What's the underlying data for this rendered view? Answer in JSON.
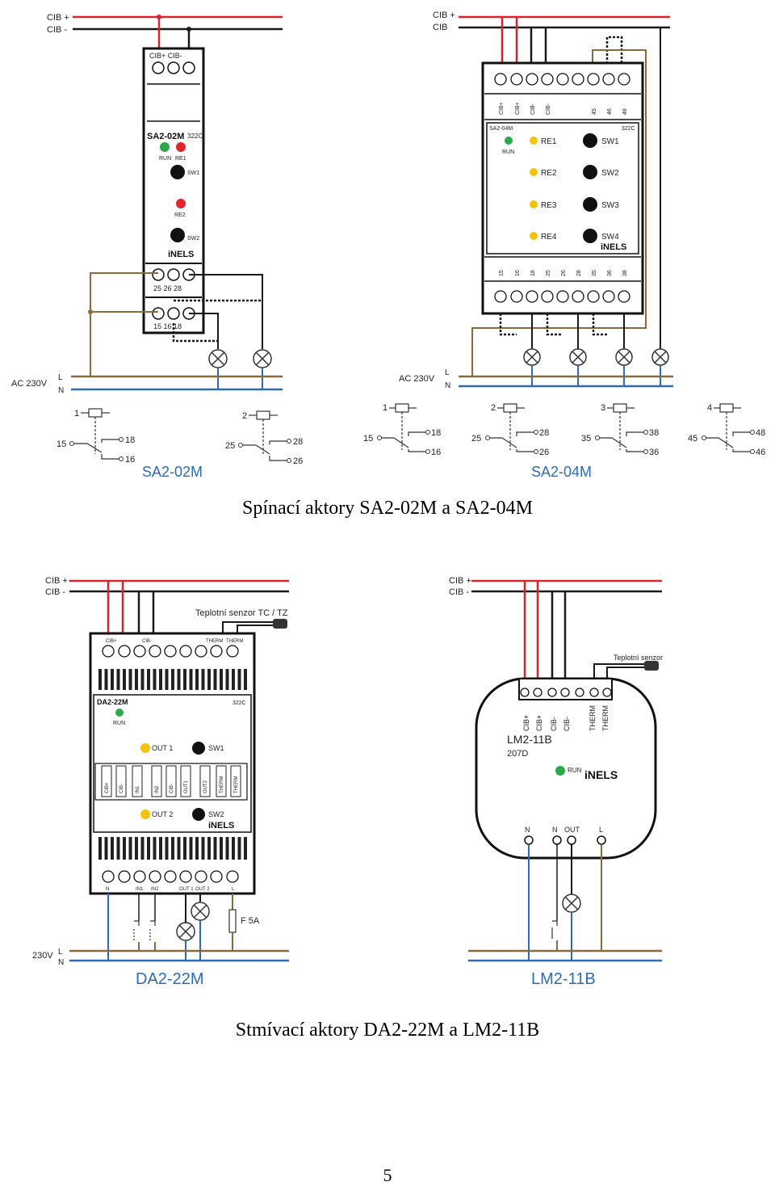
{
  "captions": {
    "switching": "Spínací aktory SA2-02M a SA2-04M",
    "dimming": "Stmívací aktory DA2-22M a LM2-11B"
  },
  "page_number": "5",
  "colors": {
    "cib_plus": "#d7262b",
    "cib_minus": "#1a1a1a",
    "phase": "#8a6a3c",
    "neutral": "#2b6cb5",
    "led_green": "#2aa84a",
    "led_red": "#e0262b",
    "led_yellow": "#f4c20d"
  },
  "labels": {
    "cib_plus": "CIB +",
    "cib_minus": "CIB -",
    "cib_minus_alt": "CIB",
    "ac230v": "AC 230V",
    "v230": "230V",
    "l": "L",
    "n": "N",
    "run": "RUN",
    "inels": "iNELS"
  },
  "sa202m": {
    "name": "SA2-02M",
    "code": "322C",
    "top_terms": "CIB+ CIB-",
    "re1": "RE1",
    "re2": "RE2",
    "sw1": "SW1",
    "sw2": "SW2",
    "terms_mid": "25 26 28",
    "terms_low": "15 16 18",
    "relay1": {
      "coil": "1",
      "com": "15",
      "no": "18",
      "nc": "16"
    },
    "relay2": {
      "coil": "2",
      "com": "25",
      "no": "28",
      "nc": "26"
    },
    "title": "SA2-02M"
  },
  "sa204m": {
    "name": "SA2-04M",
    "code": "322C",
    "top_terms": [
      "CIB+",
      "CIB+",
      "CIB-",
      "CIB-",
      "",
      "",
      "45",
      "46",
      "48"
    ],
    "bottom_terms": [
      "15",
      "16",
      "18",
      "25",
      "26",
      "28",
      "35",
      "36",
      "38"
    ],
    "re": [
      "RE1",
      "RE2",
      "RE3",
      "RE4"
    ],
    "sw": [
      "SW1",
      "SW2",
      "SW3",
      "SW4"
    ],
    "relays": [
      {
        "coil": "1",
        "com": "15",
        "no": "18",
        "nc": "16"
      },
      {
        "coil": "2",
        "com": "25",
        "no": "28",
        "nc": "26"
      },
      {
        "coil": "3",
        "com": "35",
        "no": "38",
        "nc": "36"
      },
      {
        "coil": "4",
        "com": "45",
        "no": "48",
        "nc": "46"
      }
    ],
    "title": "SA2-04M"
  },
  "da222m": {
    "name": "DA2-22M",
    "code": "322C",
    "sensor": "Teplotní senzor TC / TZ",
    "top_labels": {
      "cibp": "CIB+",
      "cibm": "CIB-",
      "therm1": "THERM",
      "therm2": "THERM"
    },
    "out1": "OUT 1",
    "out2": "OUT 2",
    "sw1": "SW1",
    "sw2": "SW2",
    "mid_terms": [
      "CIB+",
      "CIB-",
      "IN1",
      "IN2",
      "CIB-",
      "OUT1",
      "OUT2",
      "THERM",
      "THERM"
    ],
    "bottom_labels": {
      "n": "N",
      "in1": "IN1",
      "in2": "IN2",
      "out1": "OUT 1",
      "out2": "OUT 2",
      "l": "L"
    },
    "fuse": "F 5A",
    "title": "DA2-22M"
  },
  "lm211b": {
    "name": "LM2-11B",
    "code": "207D",
    "sensor": "Teplotní senzor",
    "terms": [
      "CIB+",
      "CIB+",
      "CIB-",
      "CIB-",
      "THERM",
      "THERM"
    ],
    "bottom_terms": {
      "n": "N",
      "nout": "N",
      "out": "OUT",
      "l": "L"
    },
    "title": "LM2-11B"
  }
}
